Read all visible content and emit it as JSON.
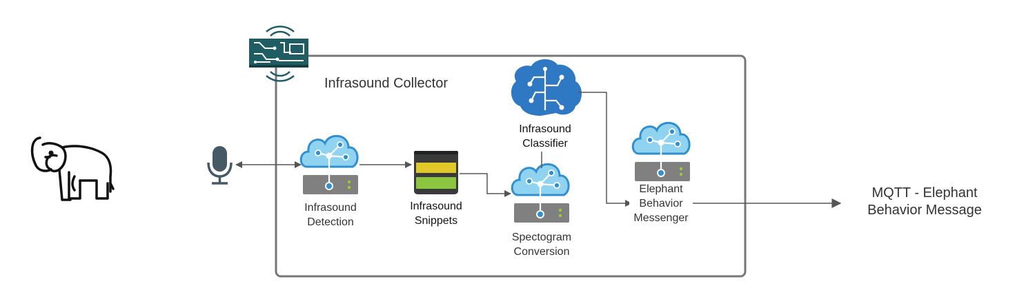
{
  "diagram": {
    "container": {
      "title": "Infrasound Collector"
    },
    "nodes": {
      "elephant": {
        "icon": "elephant-icon"
      },
      "microphone": {
        "icon": "microphone-icon"
      },
      "circuit_board": {
        "icon": "circuit-board-icon"
      },
      "detection": {
        "icon": "cloud-server-icon",
        "label_lines": [
          "Infrasound",
          "Detection"
        ]
      },
      "snippets": {
        "icon": "storage-stack-icon",
        "label_lines": [
          "Infrasound",
          "Snippets"
        ]
      },
      "spectogram": {
        "icon": "cloud-server-icon",
        "label_lines": [
          "Spectogram",
          "Conversion"
        ]
      },
      "classifier": {
        "icon": "brain-icon",
        "label_lines": [
          "Infrasound",
          "Classifier"
        ]
      },
      "messenger": {
        "icon": "cloud-server-icon",
        "label_lines": [
          "Elephant",
          "Behavior",
          "Messenger"
        ]
      }
    },
    "output": {
      "label_lines": [
        "MQTT - Elephant",
        "Behavior Message"
      ]
    },
    "edges": [
      {
        "from": "microphone",
        "to": "detection",
        "bidirectional": true
      },
      {
        "from": "detection",
        "to": "snippets"
      },
      {
        "from": "snippets",
        "to": "spectogram"
      },
      {
        "from": "spectogram",
        "to": "classifier"
      },
      {
        "from": "classifier",
        "to": "messenger"
      },
      {
        "from": "messenger",
        "to": "output"
      }
    ],
    "colors": {
      "cloud_light": "#8fd3f0",
      "cloud_dark": "#2f8fd0",
      "brain": "#2f78c4",
      "server": "#808080",
      "storage_yellow": "#e0c82a",
      "storage_green": "#8cc63f",
      "board": "#1f5c63",
      "mic": "#455a64",
      "line": "#555555"
    }
  }
}
